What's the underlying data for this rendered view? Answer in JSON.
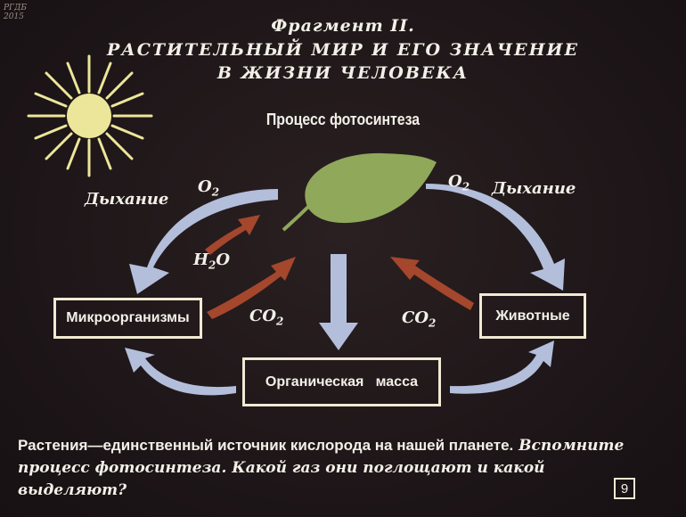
{
  "watermark": {
    "line1": "РГДБ",
    "line2": "2015"
  },
  "header": {
    "fragment": "Фрагмент II.",
    "title_line1": "РАСТИТЕЛЬНЫЙ МИР И ЕГО ЗНАЧЕНИЕ",
    "title_line2": "В ЖИЗНИ ЧЕЛОВЕКА"
  },
  "diagram": {
    "heading": "Процесс фотосинтеза",
    "labels": {
      "left_respiration": "Дыхание",
      "right_respiration": "Дыхание",
      "o2_left": "O",
      "o2_right": "O",
      "h2o_h": "H",
      "h2o_o": "O",
      "co2_left": "CO",
      "co2_right": "CO",
      "sub2": "2"
    },
    "nodes": {
      "microorganisms": "Микроорганизмы",
      "animals": "Животные",
      "organic_mass": "Органическая   масса"
    },
    "colors": {
      "blue_arrow": "#b3bedb",
      "red_arrow": "#a4472c",
      "leaf": "#8fa85a",
      "sun": "#ece69a",
      "background": "#1e1618"
    }
  },
  "caption": {
    "bold_part": "Растения—единственный  источник  кислорода  на  нашей планете.",
    "italic_part": " Вспомните процесс фотосинтеза. Какой газ они поглощают и какой выделяют?"
  },
  "page_number": "9"
}
